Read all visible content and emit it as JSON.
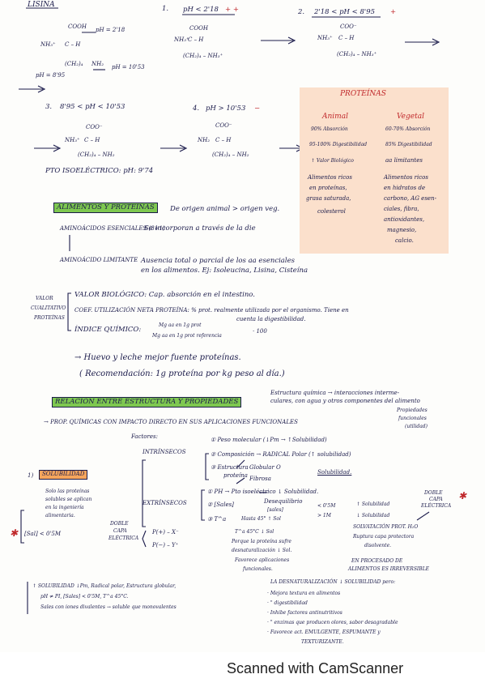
{
  "header": {
    "lisina": "LISINA",
    "s1": "1.",
    "s1_cond": "pH < 2'18",
    "s1_charge": "+ +",
    "s2": "2.",
    "s2_cond": "2'18 < pH < 8'95",
    "s2_charge": "+",
    "s3": "3.",
    "s3_cond": "8'95 < pH < 10'53",
    "s4": "4.",
    "s4_cond": "pH > 10'53",
    "s4_charge": "−",
    "coo_h": "COOH",
    "coo": "COO⁻",
    "nh3": "NH₃⁺",
    "nh2": "NH₂",
    "c_h": "C – H",
    "ch2": "(CH₂)₄",
    "pk1": "pH = 2'18",
    "pk2": "pH = 10'53",
    "pk3": "pH = 8'95",
    "nh3plus": "NH₃⁺",
    "ch2nh3": "(CH₂)₄ – NH₃⁺",
    "ch2nh2": "(CH₂)₄ – NH₂",
    "pi": "PTO ISOELÉCTRICO: pH: 9'74"
  },
  "protein_table": {
    "title": "PROTEÍNAS",
    "animal": "Animal",
    "vegetal": "Vegetal",
    "r1a": "90% Absorción",
    "r1v": "60-70% Absorción",
    "r2a": "95-100% Digestibilidad",
    "r2v": "85% Digestibilidad",
    "r3a": "↑ Valor Biológico",
    "r3v": "aa limitantes",
    "r4a_1": "Alimentos ricos",
    "r4a_2": "en proteínas,",
    "r4a_3": "grasa saturada,",
    "r4a_4": "colesterol",
    "r4v_1": "Alimentos ricos",
    "r4v_2": "en hidratos de",
    "r4v_3": "carbono, AG esen-",
    "r4v_4": "ciales, fibra,",
    "r4v_5": "antioxidantes,",
    "r4v_6": "magnesio,",
    "r4v_7": "calcio."
  },
  "section1": {
    "title": "ALIMENTOS Y PROTEÍNAS",
    "intro": "De origen animal > origen veg.",
    "b1": "AMINOÁCIDOS ESENCIALES (8+1)",
    "b1_text": "Se incorporan a través de la die",
    "b2": "AMINOÁCIDO LIMITANTE",
    "b2_text1": "Ausencia total o parcial de los aa esenciales",
    "b2_text2": "en los alimentos. Ej: Isoleucina, Lisina, Cisteína",
    "side_label1": "VALOR",
    "side_label2": "CUALITATIVO",
    "side_label3": "PROTEÍNAS",
    "v1": "VALOR BIOLÓGICO: Cap. absorción en el intestino.",
    "v2": "COEF. UTILIZACIÓN NETA PROTEÍNA: % prot. realmente utilizada por el organismo. Tiene en",
    "v2b": "cuenta la digestibilidad.",
    "v3": "ÍNDICE QUÍMICO:",
    "v3_num": "Mg aa en 1g prot",
    "v3_den": "Mg aa en 1g prot referencia",
    "v3_mult": "· 100",
    "egg1": "→ Huevo y leche mejor fuente proteínas.",
    "egg2": "( Recomendación: 1g proteína por kg peso al día.)"
  },
  "section2": {
    "title": "RELACIÓN ENTRE ESTRUCTURA Y PROPIEDADES",
    "note1": "Estructura química → interacciones interme-",
    "note2": "culares, con agua y otros componentes del alimento",
    "note3": "Propiedades",
    "note4": "funcionales",
    "note5": "(utilidad)",
    "prop": "→ PROP. QUÍMICAS CON IMPACTO DIRECTO EN SUS APLICACIONES FUNCIONALES",
    "factores": "Factores:",
    "intrinsecos": "INTRÍNSECOS",
    "extrinsecos": "EXTRÍNSECOS",
    "i1": "① Peso molecular (↓Pm → ↑Solubilidad)",
    "i2": "② Composición → RADICAL Polar (↑ solubilidad)",
    "i3a": "③ Estructura",
    "i3b": "proteína",
    "i3c": "Globular O",
    "i3d": "Fibrosa",
    "i3e": "Solubilidad.",
    "solub_num": "1)",
    "solub": "SOLUBILIDAD",
    "solo1": "Solo las proteínas",
    "solo2": "solubles se aplican",
    "solo3": "en la ingeniería",
    "solo4": "alimentaria.",
    "e1": "① PH → Pto isoeléctrico ↓ Solubilidad.",
    "e2a": "② [Sales]",
    "e2b": "Desequilibrio",
    "e2c": "[sales]",
    "e2d": "< 0'5M",
    "e2e": "> 1M",
    "e2f": "↑ Solubilidad",
    "e2g": "↓ Solubilidad",
    "doble1": "DOBLE",
    "doble2": "CAPA",
    "doble3": "ELÉCTRICA",
    "e3": "③ T^a",
    "e3a": "Hasta 45° ↑ Sol",
    "e3b": "T^a 45°C ↓ Sol",
    "e3c": "Porque la proteína sufre",
    "e3d": "desnaturalización ↓ Sol.",
    "e3e": "Favorece aplicaciones",
    "e3f": "funcionales.",
    "solv1": "SOLVATACIÓN PROT. H₂O",
    "solv2": "Ruptura capa protectora",
    "solv3": "disolvente.",
    "proc1": "EN PROCESADO DE",
    "proc2": "ALIMENTOS ES IRREVERSIBLE",
    "left_sal": "[Sal] < 0'5M",
    "left_doble1": "DOBLE",
    "left_doble2": "CAPA",
    "left_doble3": "ELÉCTRICA",
    "p_plus": "P(+)  –  X⁻",
    "p_minus": "P(−)  –  Y⁺",
    "star": "✱"
  },
  "bottom": {
    "b1": "↑ SOLUBILIDAD ↓Pm, Radical polar, Estructura globular,",
    "b2": "pH ≠ PI, [Sales] < 0'5M, T^a 45°C.",
    "b3": "Sales con iones divalentes → soluble que monovalentes",
    "r0": "LA DESNATURALIZACIÓN ↓ SOLUBILIDAD pero:",
    "r1": "· Mejora textura en alimentos",
    "r2": "· \" digestibilidad",
    "r3": "· Inhibe factores antinutritivos",
    "r4": "· \" enzimas que producen olores, sabor desagradable",
    "r5": "· Favorece act. EMULGENTE, ESPUMANTE y",
    "r6": "TEXTURIZANTE."
  },
  "footer": {
    "scanned": "Scanned with CamScanner"
  }
}
